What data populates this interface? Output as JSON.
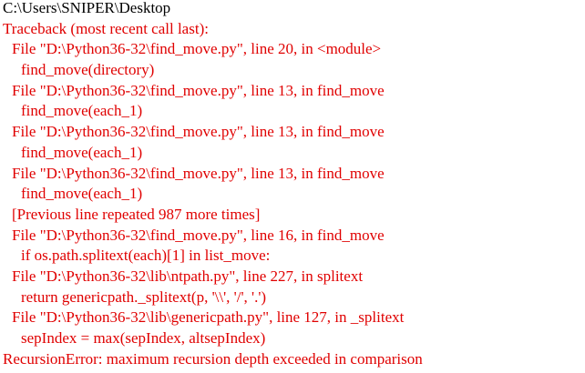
{
  "console": {
    "path_line": "C:\\Users\\SNIPER\\Desktop",
    "traceback_header": "Traceback (most recent call last):",
    "frames": [
      {
        "file_line": "File \"D:\\Python36-32\\find_move.py\", line 20, in <module>",
        "code_line": "find_move(directory)"
      },
      {
        "file_line": "File \"D:\\Python36-32\\find_move.py\", line 13, in find_move",
        "code_line": "find_move(each_1)"
      },
      {
        "file_line": "File \"D:\\Python36-32\\find_move.py\", line 13, in find_move",
        "code_line": "find_move(each_1)"
      },
      {
        "file_line": "File \"D:\\Python36-32\\find_move.py\", line 13, in find_move",
        "code_line": "find_move(each_1)"
      }
    ],
    "repeat_note": "[Previous line repeated 987 more times]",
    "frames_after": [
      {
        "file_line": "File \"D:\\Python36-32\\find_move.py\", line 16, in find_move",
        "code_line": "if os.path.splitext(each)[1] in list_move:"
      },
      {
        "file_line": "File \"D:\\Python36-32\\lib\\ntpath.py\", line 227, in splitext",
        "code_line": "return genericpath._splitext(p, '\\\\', '/', '.')"
      },
      {
        "file_line": "File \"D:\\Python36-32\\lib\\genericpath.py\", line 127, in _splitext",
        "code_line": "sepIndex = max(sepIndex, altsepIndex)"
      }
    ],
    "error_line": "RecursionError: maximum recursion depth exceeded in comparison"
  },
  "colors": {
    "error_text": "#e00000",
    "path_text": "#000000",
    "background": "#ffffff"
  }
}
